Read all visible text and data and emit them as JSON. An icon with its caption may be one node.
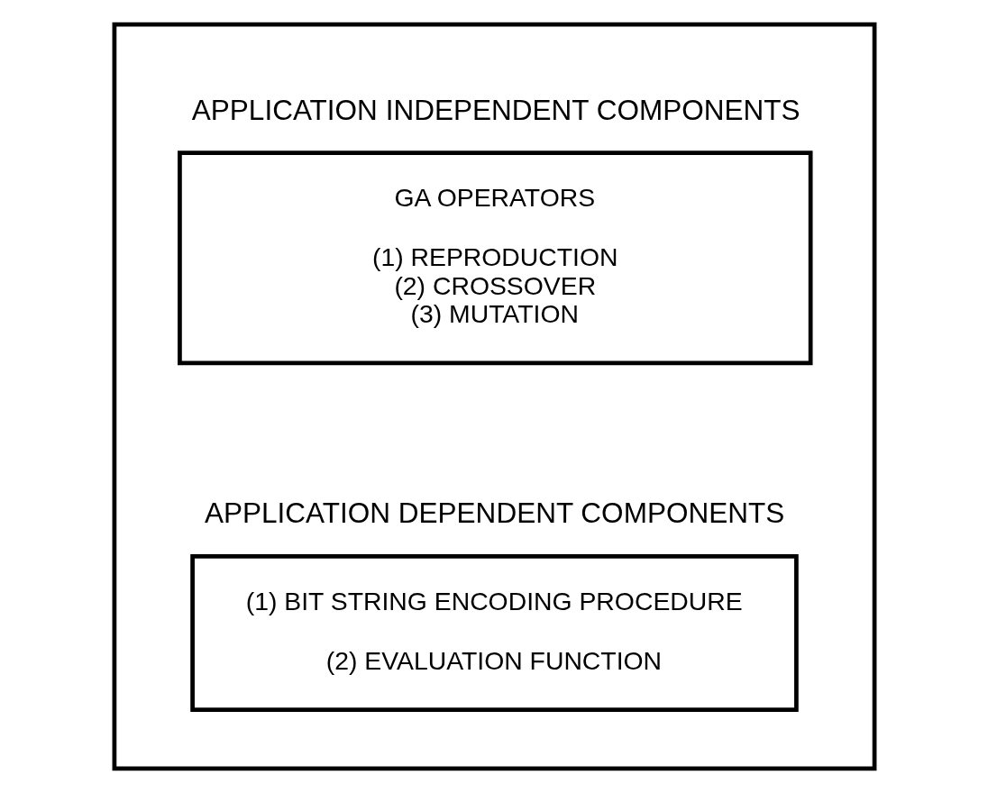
{
  "diagram": {
    "nodes": [
      {
        "text": [],
        "shape": "box"
      },
      {
        "text": [
          "APPLICATION INDEPENDENT COMPONENTS",
          "GA OPERATORS",
          "(1) REPRODUCTION",
          "(2) CROSSOVER",
          "(3) MUTATION"
        ],
        "in": 0
      },
      {
        "text": [
          "APPLICATION DEPENDENT COMPONENTS",
          "(1) BIT STRING ENCODING PROCEDURE",
          "(2) EVALUATION FUNCTION"
        ],
        "in": 0
      }
    ],
    "edges": []
  }
}
